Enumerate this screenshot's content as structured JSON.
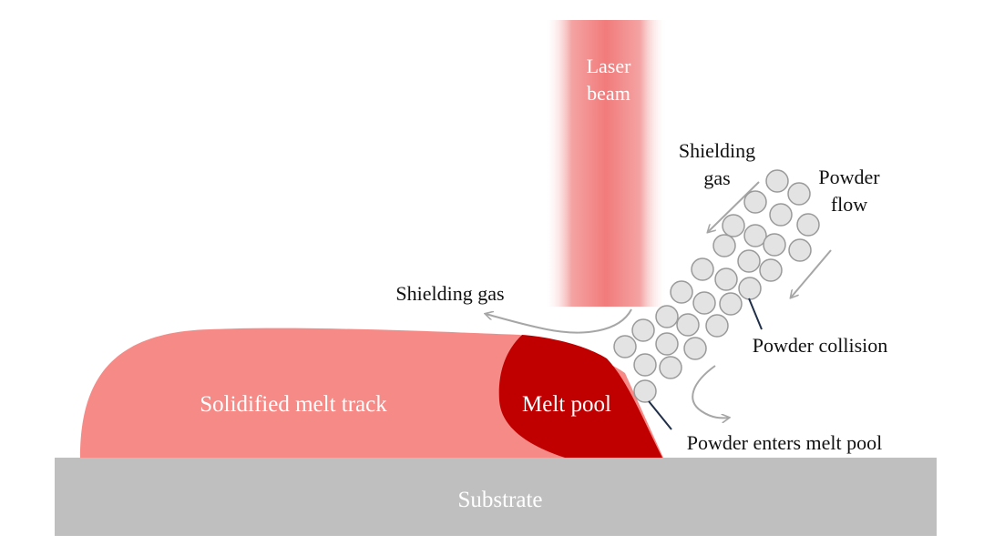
{
  "labels": {
    "laser_beam_line1": "Laser",
    "laser_beam_line2": "beam",
    "shielding_gas_top_line1": "Shielding",
    "shielding_gas_top_line2": "gas",
    "powder_flow_line1": "Powder",
    "powder_flow_line2": "flow",
    "shielding_gas_left": "Shielding gas",
    "powder_collision": "Powder collision",
    "powder_enters": "Powder enters melt pool",
    "solidified_track": "Solidified melt track",
    "melt_pool": "Melt pool",
    "substrate": "Substrate"
  },
  "colors": {
    "laser_beam": "#f27b7b",
    "solidified_track": "#f58a86",
    "melt_pool": "#c00000",
    "substrate": "#bfbfbf",
    "powder": "#e3e3e3",
    "powder_stroke": "#9a9a9a",
    "gas_arrow": "#a6a6a6",
    "leader_line": "#1f2f4a"
  }
}
